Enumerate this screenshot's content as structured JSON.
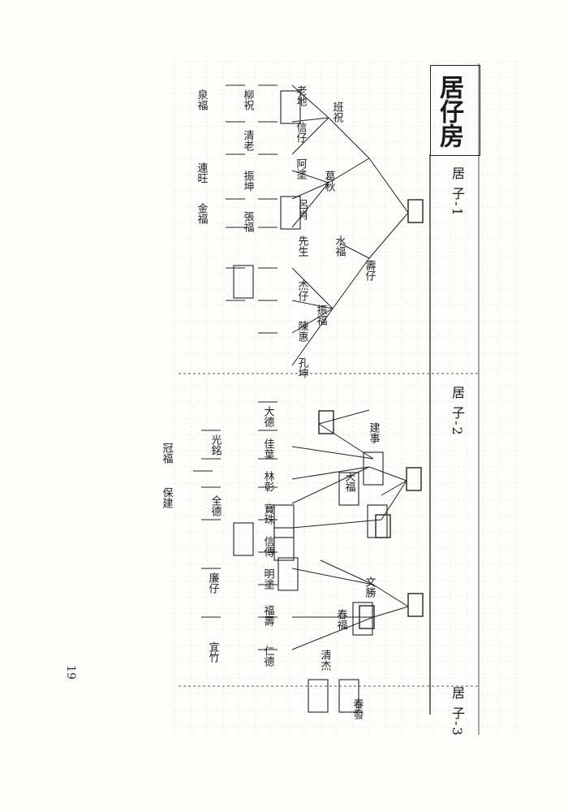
{
  "document": {
    "title": "居仔房",
    "page_number": "19",
    "sections": [
      {
        "label": "居 子-1"
      },
      {
        "label": "居 子-2"
      },
      {
        "label": "居 子-3"
      }
    ],
    "tree_labels": [
      "班祝",
      "葛秋",
      "壽仔",
      "水福",
      "振福",
      "老地",
      "信仔",
      "阿塗",
      "呂肖",
      "先生",
      "杰仔",
      "陳惠",
      "孔坤",
      "柳祝",
      "清老",
      "振坤",
      "張福",
      "泉福",
      "連旺",
      "金福",
      "大德",
      "佳葉",
      "林彰",
      "寶珠",
      "信傳",
      "明塗",
      "福壽",
      "仁德",
      "光銘",
      "全德",
      "冠福",
      "保建",
      "建事",
      "天福",
      "文勝",
      "春福",
      "清杰",
      "廉仔",
      "宜竹",
      "春發"
    ]
  }
}
